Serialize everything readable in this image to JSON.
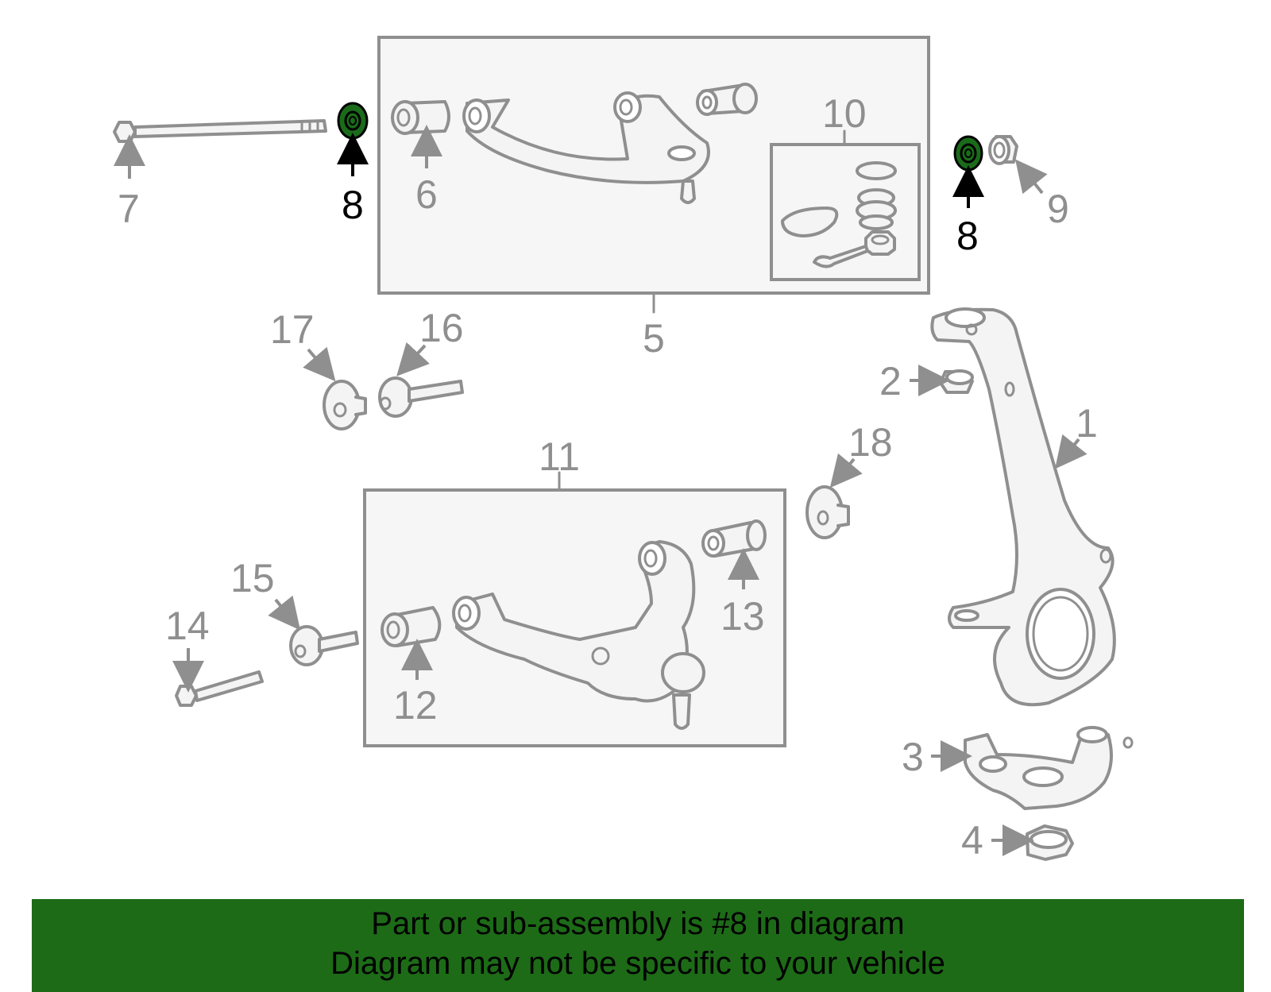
{
  "labels": {
    "p1": "1",
    "p2": "2",
    "p3": "3",
    "p4": "4",
    "p5": "5",
    "p6": "6",
    "p7": "7",
    "p8a": "8",
    "p8b": "8",
    "p9": "9",
    "p10": "10",
    "p11": "11",
    "p12": "12",
    "p13": "13",
    "p14": "14",
    "p15": "15",
    "p16": "16",
    "p17": "17",
    "p18": "18"
  },
  "banner": {
    "line1": "Part or sub-assembly is #8 in diagram",
    "line2": "Diagram may not be specific to your vehicle"
  },
  "colors": {
    "highlight": "#1d6b17",
    "part_stroke": "#8f8f8f"
  }
}
